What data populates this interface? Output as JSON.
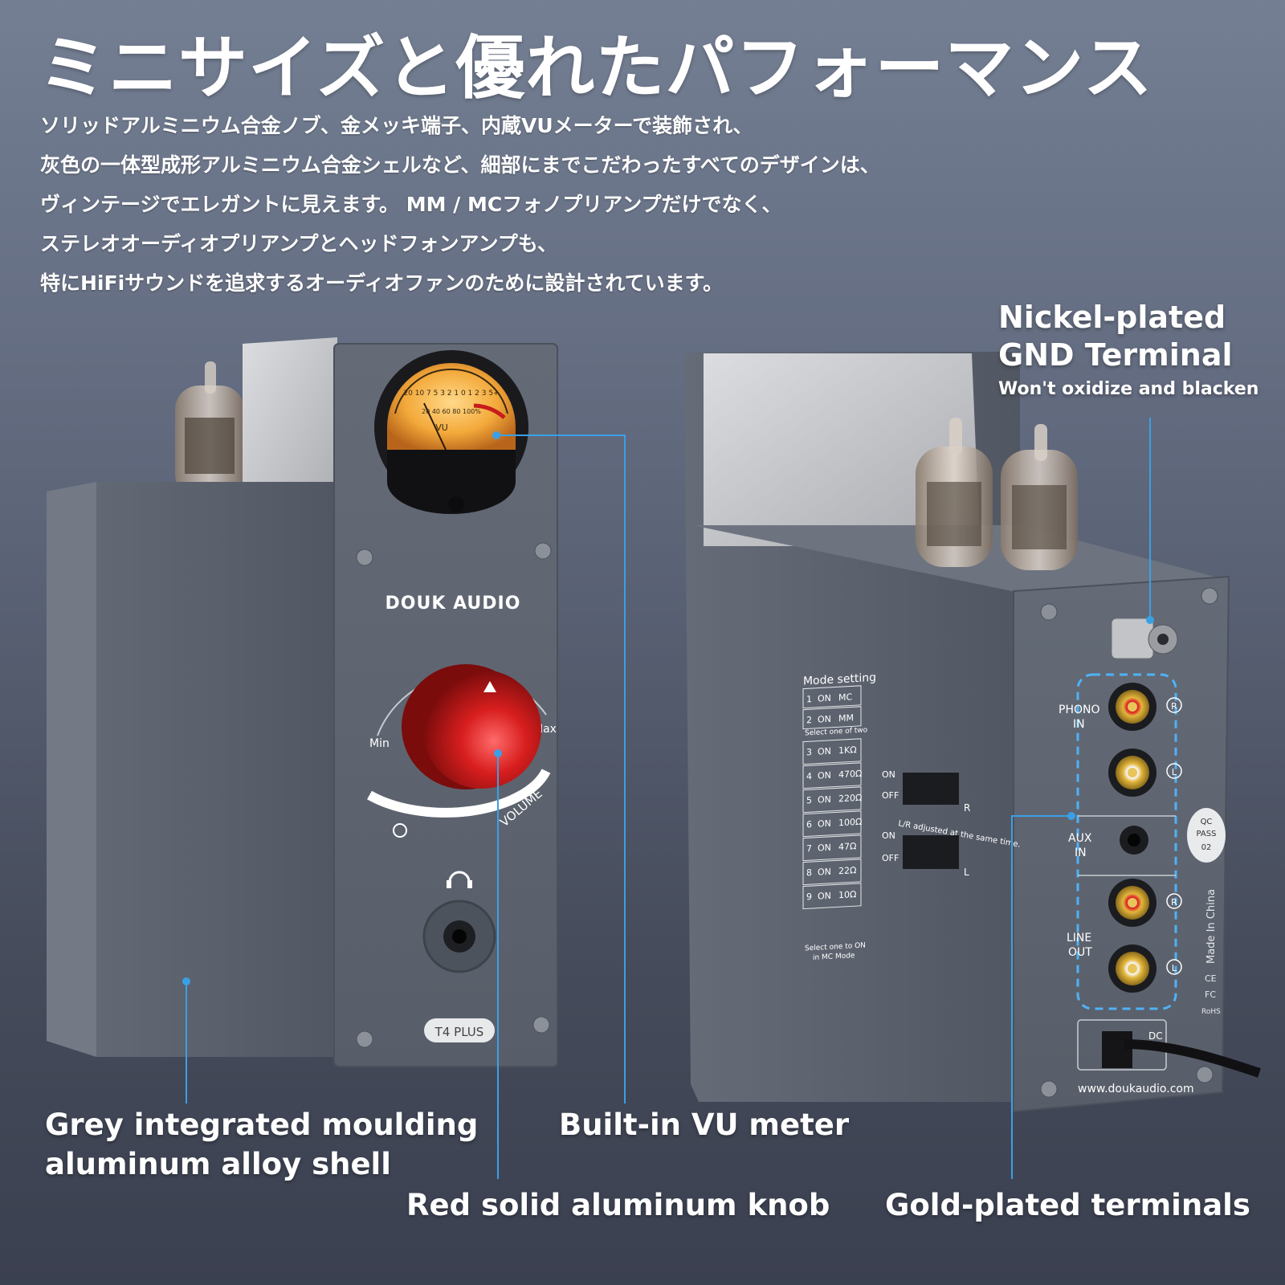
{
  "headline": "ミニサイズと優れたパフォーマンス",
  "description": [
    "ソリッドアルミニウム合金ノブ、金メッキ端子、内蔵VUメーターで装飾され、",
    "灰色の一体型成形アルミニウム合金シェルなど、細部にまでこだわったすべてのデザインは、",
    "ヴィンテージでエレガントに見えます。 MM / MCフォノプリアンプだけでなく、",
    "ステレオオーディオプリアンプとヘッドフォンアンプも、",
    "特にHiFiサウンドを追求するオーディオファンのために設計されています。"
  ],
  "callouts": {
    "gnd_title_1": "Nickel-plated",
    "gnd_title_2": "GND Terminal",
    "gnd_sub": "Won't oxidize and blacken",
    "shell_1": "Grey integrated moulding",
    "shell_2": "aluminum alloy shell",
    "vu": "Built-in VU meter",
    "knob": "Red solid aluminum knob",
    "terminals": "Gold-plated terminals"
  },
  "front_panel": {
    "brand": "DOUK AUDIO",
    "meter_label": "VU",
    "meter_scale_top": "20 10 7 5 3 2 1 0 1 2 3 5+",
    "meter_scale_bottom": "20 40 60 80 100%",
    "knob_min": "Min",
    "knob_max": "Max",
    "volume_label": "VOLUME",
    "model": "T4 PLUS"
  },
  "rear_panel": {
    "mode_title": "Mode setting",
    "mode_rows": [
      {
        "no": "1",
        "state": "ON",
        "value": "MC"
      },
      {
        "no": "2",
        "state": "ON",
        "value": "MM"
      },
      {
        "no": "3",
        "state": "ON",
        "value": "1KΩ"
      },
      {
        "no": "4",
        "state": "ON",
        "value": "470Ω"
      },
      {
        "no": "5",
        "state": "ON",
        "value": "220Ω"
      },
      {
        "no": "6",
        "state": "ON",
        "value": "100Ω"
      },
      {
        "no": "7",
        "state": "ON",
        "value": "47Ω"
      },
      {
        "no": "8",
        "state": "ON",
        "value": "22Ω"
      },
      {
        "no": "9",
        "state": "ON",
        "value": "10Ω"
      }
    ],
    "select_two": "Select one of two",
    "select_mc": "Select one to ON",
    "select_mc_2": "in MC Mode",
    "switch_on": "ON",
    "switch_off": "OFF",
    "switch_r": "R",
    "switch_l": "L",
    "lr_note": "L/R adjusted at the same time.",
    "phono_1": "PHONO",
    "phono_2": "IN",
    "aux_1": "AUX",
    "aux_2": "IN",
    "line_1": "LINE",
    "line_2": "OUT",
    "ch_r": "R",
    "ch_l": "L",
    "qc_1": "QC",
    "qc_2": "PASS",
    "qc_3": "02",
    "made_in": "Made In China",
    "cert_ce": "CE",
    "cert_fc": "FC",
    "cert_rohs": "RoHS",
    "dc": "DC",
    "url": "www.doukaudio.com"
  },
  "colors": {
    "background_top": "#747f93",
    "background_bottom": "#3b4050",
    "chassis": "#5e6571",
    "callout_line": "#3aa0e6",
    "knob_red": "#d81e1e",
    "meter_glow": "#f3a93a"
  }
}
